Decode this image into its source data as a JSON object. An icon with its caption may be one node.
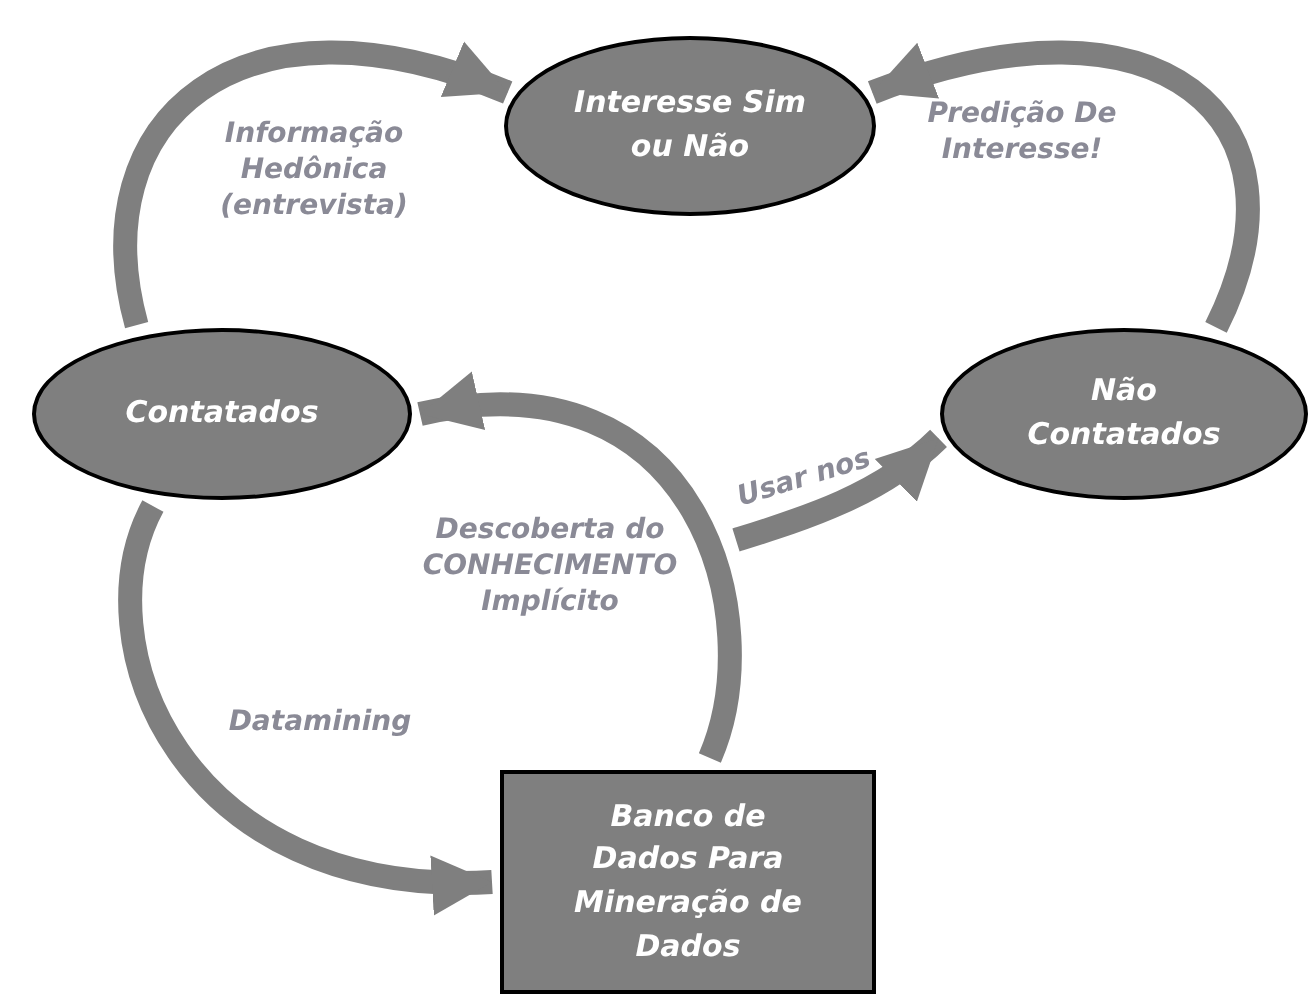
{
  "diagram": {
    "nodes": [
      {
        "text": [
          "Interesse Sim ou Não"
        ]
      },
      {
        "text": [
          "Contatados"
        ]
      },
      {
        "text": [
          "Não Contatados"
        ]
      },
      {
        "text": [
          "Banco de Dados Para Mineração de Dados"
        ]
      }
    ],
    "edges": [
      {
        "from": 1,
        "to": 0,
        "arrow": "to",
        "label": "Informação Hedônica (entrevista)"
      },
      {
        "from": 2,
        "to": 0,
        "arrow": "to",
        "label": "Predição De Interesse!"
      },
      {
        "from": 1,
        "to": 3,
        "arrow": "to",
        "label": "Datamining"
      },
      {
        "from": 3,
        "to": 1,
        "arrow": "to",
        "label": "Descoberta do CONHECIMENTO Implícito"
      },
      {
        "from": null,
        "to": 2,
        "arrow": "to",
        "label": "Usar nos"
      }
    ]
  }
}
